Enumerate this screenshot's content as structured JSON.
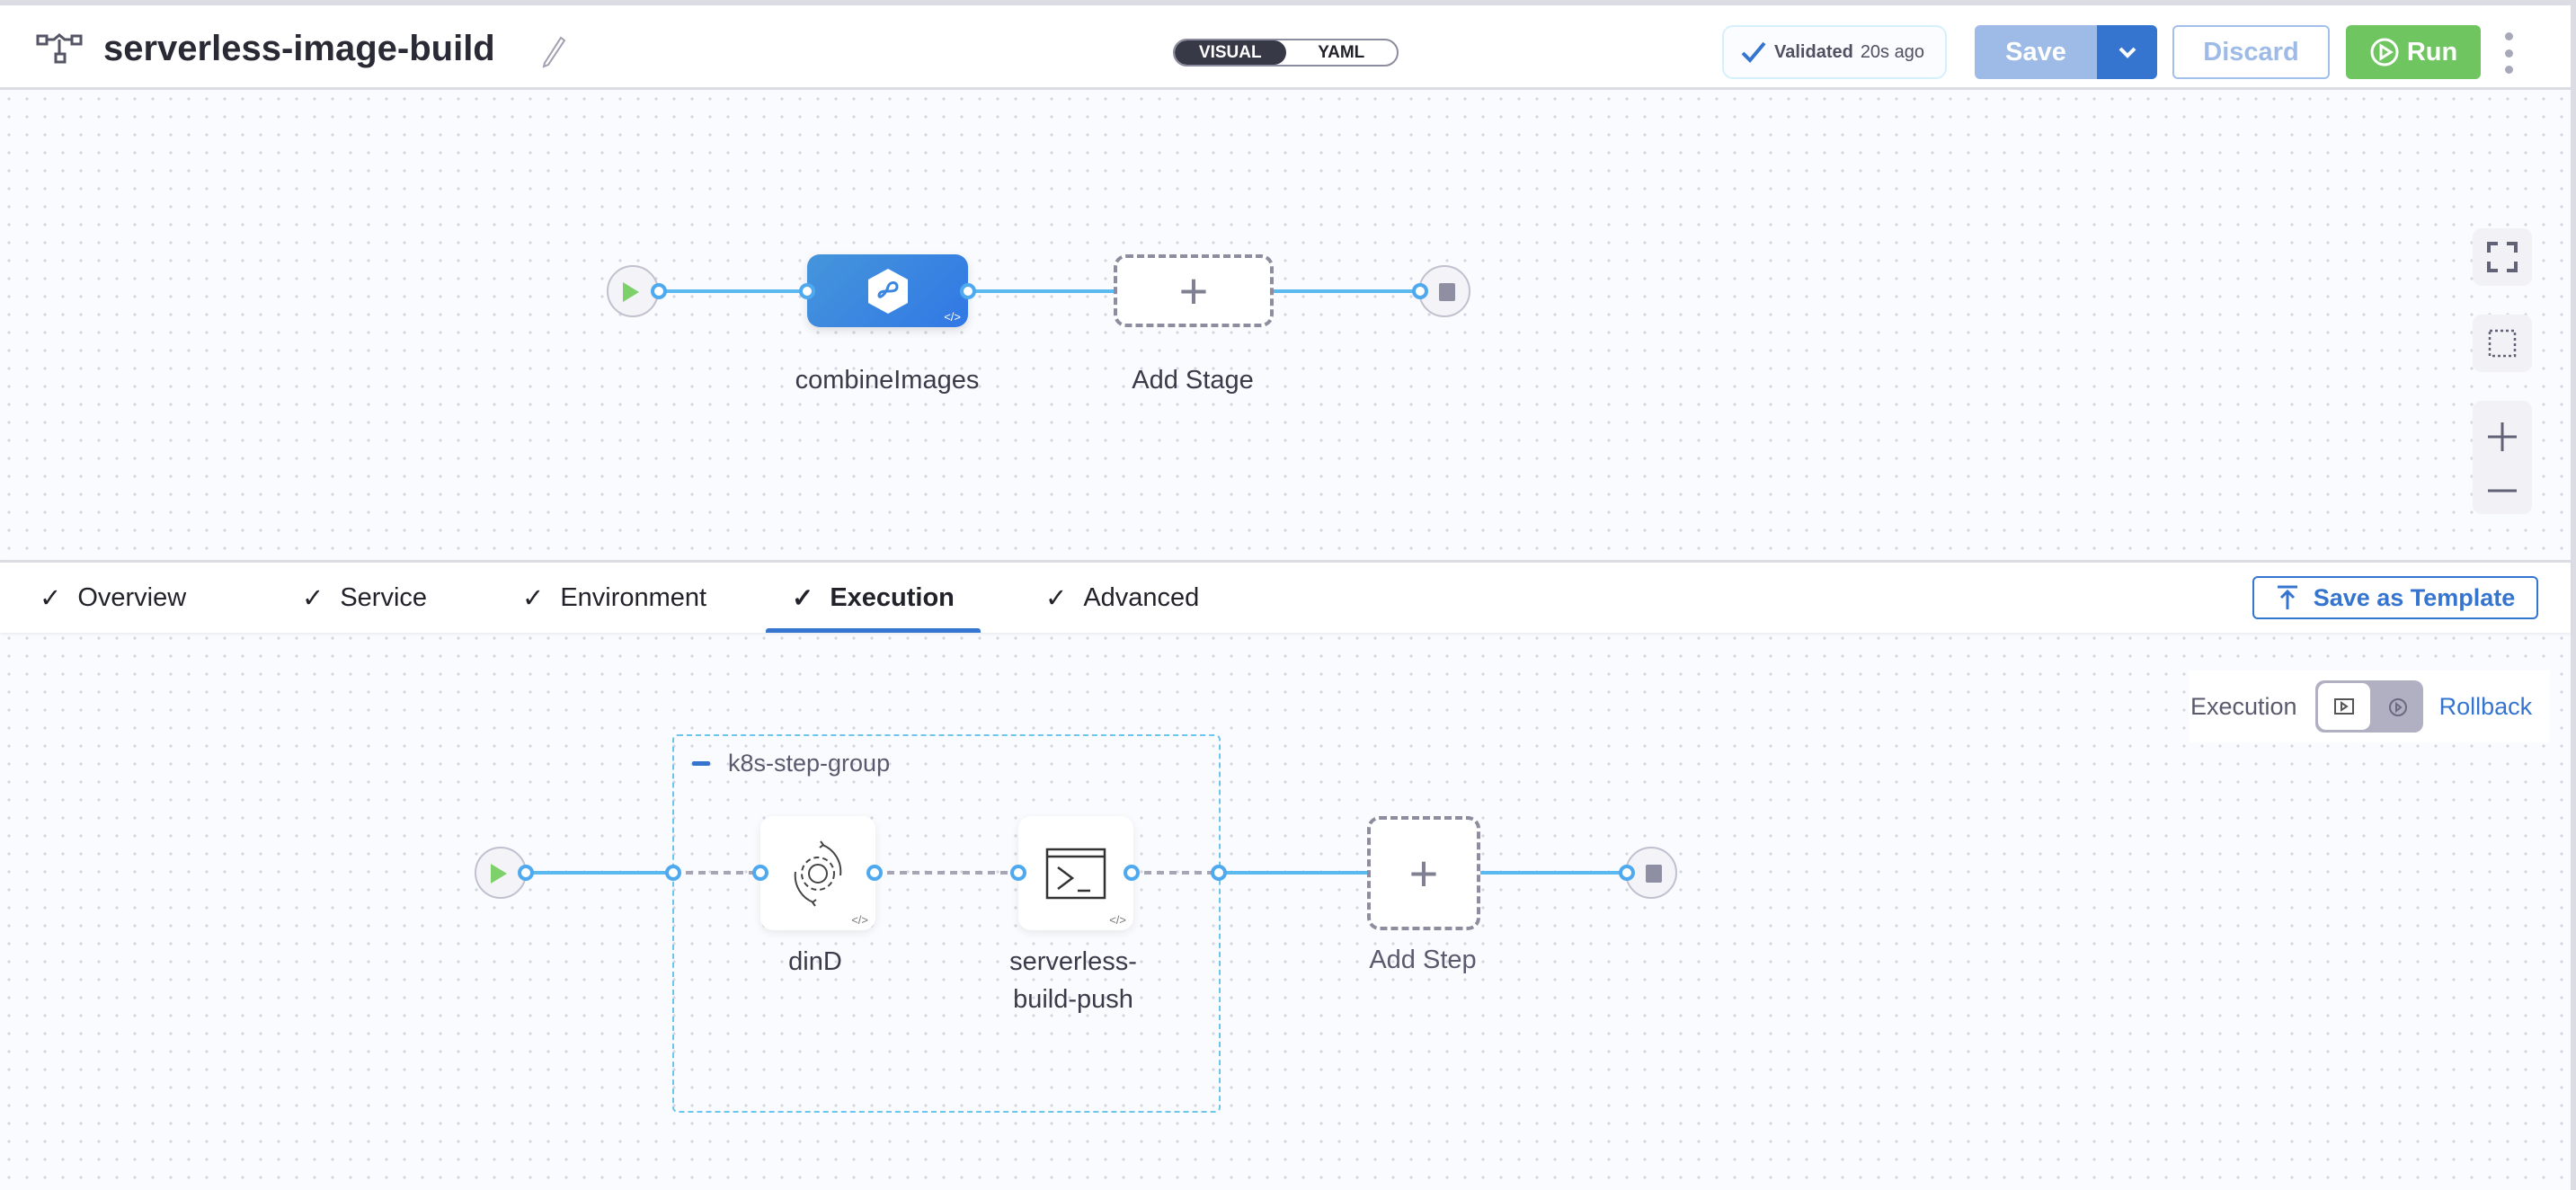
{
  "header": {
    "title": "serverless-image-build",
    "view_toggle": {
      "options": [
        "VISUAL",
        "YAML"
      ],
      "selected": "VISUAL"
    },
    "validation": {
      "label": "Validated",
      "time": "20s ago"
    },
    "save_label": "Save",
    "discard_label": "Discard",
    "run_label": "Run"
  },
  "stages": {
    "nodes": [
      {
        "name": "combineImages",
        "icon": "pipeline-stage-icon"
      }
    ],
    "add_label": "Add Stage"
  },
  "canvas_controls": [
    "fit-to-screen-icon",
    "select-area-icon",
    "zoom-in-icon",
    "zoom-out-icon"
  ],
  "tabs": {
    "items": [
      {
        "label": "Overview",
        "done": true
      },
      {
        "label": "Service",
        "done": true
      },
      {
        "label": "Environment",
        "done": true
      },
      {
        "label": "Execution",
        "done": true
      },
      {
        "label": "Advanced",
        "done": true
      }
    ],
    "active": "Execution",
    "save_template_label": "Save as Template"
  },
  "execution": {
    "mode_label": "Execution",
    "rollback_label": "Rollback",
    "mode_selected": "Execution",
    "step_group": {
      "name": "k8s-step-group",
      "steps": [
        {
          "name": "dinD",
          "icon": "gear-sync-icon"
        },
        {
          "name_line1": "serverless-",
          "name_line2": "build-push",
          "icon": "terminal-icon"
        }
      ]
    },
    "add_step_label": "Add Step"
  },
  "colors": {
    "accent": "#3574cf",
    "run": "#6fc660",
    "connector": "#5ab9ee"
  }
}
